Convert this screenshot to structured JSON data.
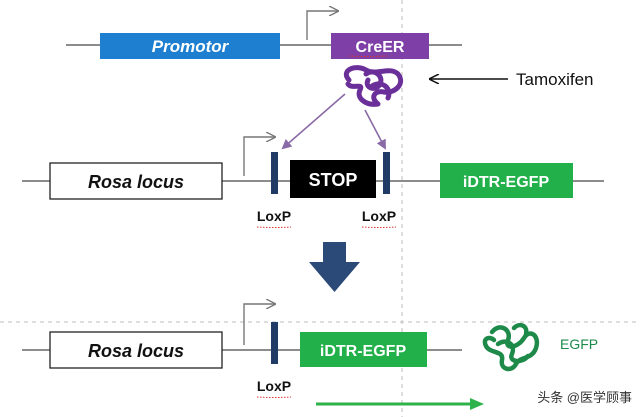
{
  "row1": {
    "promoter_label": "Promotor",
    "cre_label": "CreER",
    "tamoxifen_label": "Tamoxifen"
  },
  "row2": {
    "locus_label": "Rosa locus",
    "stop_label": "STOP",
    "reporter_label": "iDTR-EGFP",
    "loxp_left_label": "LoxP",
    "loxp_right_label": "LoxP"
  },
  "row3": {
    "locus_label": "Rosa locus",
    "reporter_label": "iDTR-EGFP",
    "loxp_label": "LoxP",
    "protein_label": "EGFP"
  },
  "watermark": "头条 @医学顾事",
  "colors": {
    "promoter_blue": "#1e7fd0",
    "cre_purple": "#7e3fa6",
    "reporter_green": "#22b04b",
    "loxp_navy": "#1f3b66",
    "arrow_navy": "#2b4a78",
    "protein_green": "#1e8a4a",
    "arrow_green": "#2db34a"
  }
}
